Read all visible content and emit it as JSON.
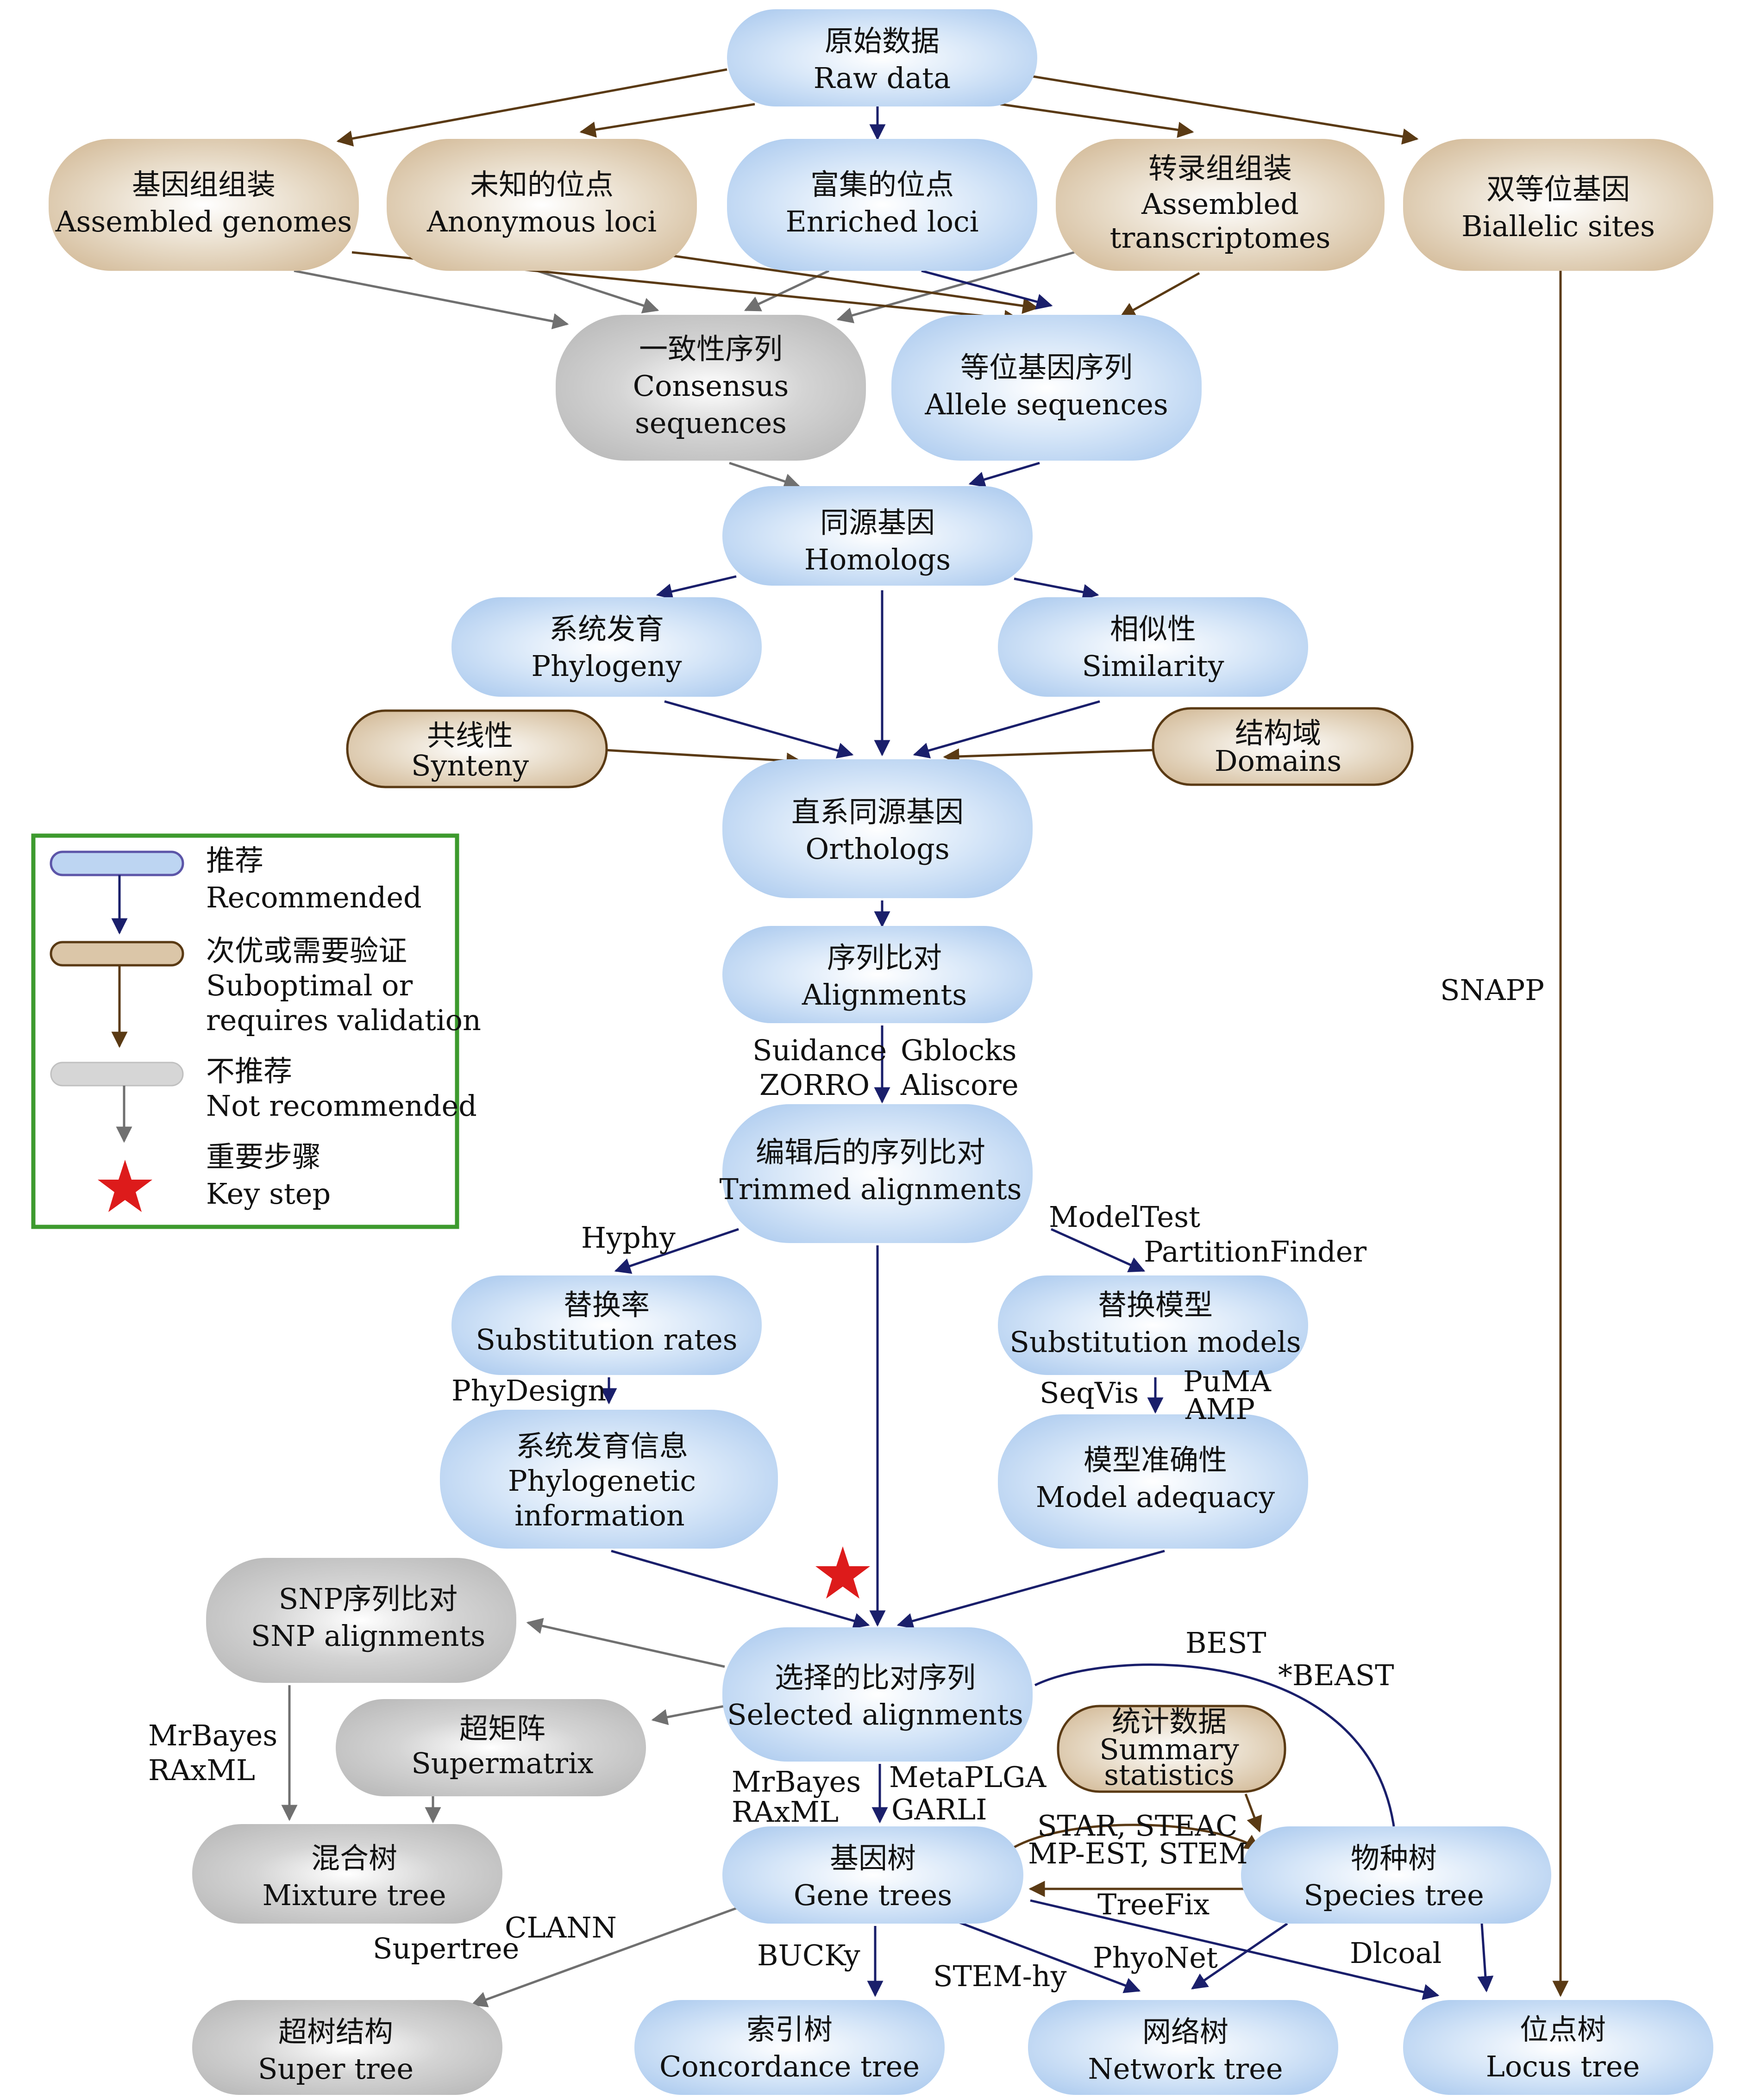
{
  "colors": {
    "recommended_fill": "#bdd5f2",
    "recommended_edge": "#1a1f6b",
    "suboptimal_fill": "#dbc6a8",
    "suboptimal_edge": "#5a3a14",
    "notrec_fill": "#c3c3c3",
    "notrec_edge": "#707070",
    "legend_border": "#3d9a2e",
    "star": "#dd1b1b"
  },
  "nodes": {
    "raw_data": {
      "zh": "原始数据",
      "en": "Raw data"
    },
    "assembled_genomes": {
      "zh": "基因组组装",
      "en": "Assembled genomes"
    },
    "anonymous_loci": {
      "zh": "未知的位点",
      "en": "Anonymous loci"
    },
    "enriched_loci": {
      "zh": "富集的位点",
      "en": "Enriched loci"
    },
    "assembled_transcriptomes": {
      "zh": "转录组组装",
      "en1": "Assembled",
      "en2": "transcriptomes"
    },
    "biallelic_sites": {
      "zh": "双等位基因",
      "en": "Biallelic sites"
    },
    "consensus_sequences": {
      "zh": "一致性序列",
      "en1": "Consensus",
      "en2": "sequences"
    },
    "allele_sequences": {
      "zh": "等位基因序列",
      "en": "Allele sequences"
    },
    "homologs": {
      "zh": "同源基因",
      "en": "Homologs"
    },
    "phylogeny": {
      "zh": "系统发育",
      "en": "Phylogeny"
    },
    "similarity": {
      "zh": "相似性",
      "en": "Similarity"
    },
    "synteny": {
      "zh": "共线性",
      "en": "Synteny"
    },
    "domains": {
      "zh": "结构域",
      "en": "Domains"
    },
    "orthologs": {
      "zh": "直系同源基因",
      "en": "Orthologs"
    },
    "alignments": {
      "zh": "序列比对",
      "en": "Alignments"
    },
    "trimmed_alignments": {
      "zh": "编辑后的序列比对",
      "en": "Trimmed alignments"
    },
    "substitution_rates": {
      "zh": "替换率",
      "en": "Substitution rates"
    },
    "substitution_models": {
      "zh": "替换模型",
      "en": "Substitution models"
    },
    "phylogenetic_information": {
      "zh": "系统发育信息",
      "en1": "Phylogenetic",
      "en2": "information"
    },
    "model_adequacy": {
      "zh": "模型准确性",
      "en": "Model adequacy"
    },
    "snp_alignments": {
      "zh": "SNP序列比对",
      "en": "SNP alignments"
    },
    "supermatrix": {
      "zh": "超矩阵",
      "en": "Supermatrix"
    },
    "selected_alignments": {
      "zh": "选择的比对序列",
      "en": "Selected alignments"
    },
    "summary_statistics": {
      "zh": "统计数据",
      "en1": "Summary",
      "en2": "statistics"
    },
    "mixture_tree": {
      "zh": "混合树",
      "en": "Mixture tree"
    },
    "gene_trees": {
      "zh": "基因树",
      "en": "Gene trees"
    },
    "species_tree": {
      "zh": "物种树",
      "en": "Species tree"
    },
    "super_tree": {
      "zh": "超树结构",
      "en": "Super tree"
    },
    "concordance_tree": {
      "zh": "索引树",
      "en": "Concordance tree"
    },
    "network_tree": {
      "zh": "网络树",
      "en": "Network tree"
    },
    "locus_tree": {
      "zh": "位点树",
      "en": "Locus tree"
    }
  },
  "tools": {
    "snapp": "SNAPP",
    "suidance": "Suidance",
    "zorro": "ZORRO",
    "gblocks": "Gblocks",
    "aliscore": "Aliscore",
    "hyphy": "Hyphy",
    "modeltest": "ModelTest",
    "partitionfinder": "PartitionFinder",
    "phydesign": "PhyDesign",
    "seqvis": "SeqVis",
    "puma": "PuMA",
    "amp": "AMP",
    "best": "BEST",
    "starbeast": "*BEAST",
    "mrbayes_left": "MrBayes",
    "raxml_left": "RAxML",
    "mrbayes_center": "MrBayes",
    "raxml_center": "RAxML",
    "metaplga": "MetaPLGA",
    "garli": "GARLI",
    "star_steac": "STAR, STEAC",
    "mpest_stem": "MP-EST, STEM",
    "treefix": "TreeFix",
    "supertree": "Supertree",
    "clann": "CLANN",
    "bucky": "BUCKy",
    "stemhy": "STEM-hy",
    "phyonet": "PhyoNet",
    "dlcoal": "Dlcoal"
  },
  "legend": {
    "recommended_zh": "推荐",
    "recommended_en": "Recommended",
    "suboptimal_zh": "次优或需要验证",
    "suboptimal_en1": "Suboptimal or",
    "suboptimal_en2": "requires validation",
    "notrec_zh": "不推荐",
    "notrec_en": "Not recommended",
    "key_zh": "重要步骤",
    "key_en": "Key step"
  }
}
